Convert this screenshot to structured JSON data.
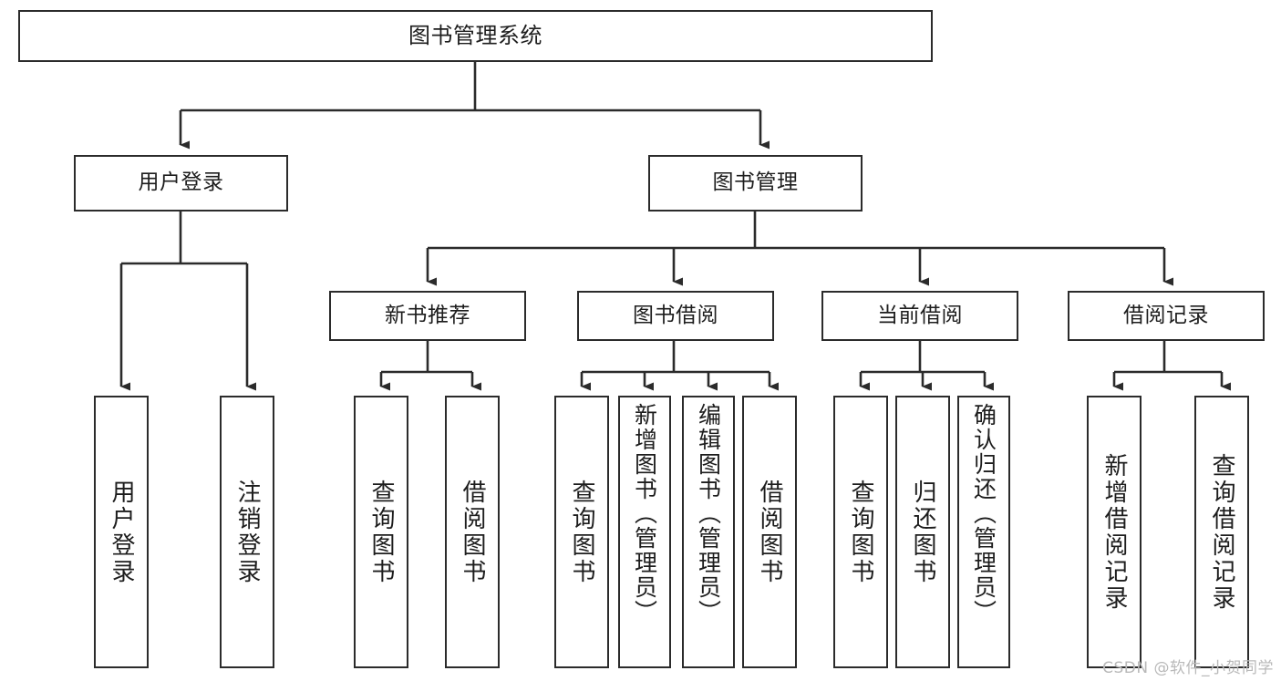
{
  "diagram": {
    "title_node": {
      "label": "图书管理系统"
    },
    "level1": [
      {
        "id": "user-login",
        "label": "用户登录"
      },
      {
        "id": "book-manage",
        "label": "图书管理"
      }
    ],
    "level2": [
      {
        "id": "new-book-rec",
        "label": "新书推荐"
      },
      {
        "id": "book-borrow",
        "label": "图书借阅"
      },
      {
        "id": "current-borrow",
        "label": "当前借阅"
      },
      {
        "id": "borrow-record",
        "label": "借阅记录"
      }
    ],
    "leaves": {
      "user-login": [
        {
          "id": "leaf-user-login",
          "label": "用户登录"
        },
        {
          "id": "leaf-logout",
          "label": "注销登录"
        }
      ],
      "new-book-rec": [
        {
          "id": "leaf-query-book-1",
          "label": "查询图书"
        },
        {
          "id": "leaf-borrow-book-1",
          "label": "借阅图书"
        }
      ],
      "book-borrow": [
        {
          "id": "leaf-query-book-2",
          "label": "查询图书"
        },
        {
          "id": "leaf-add-book",
          "label": "新增图书（管理员）"
        },
        {
          "id": "leaf-edit-book",
          "label": "编辑图书（管理员）"
        },
        {
          "id": "leaf-borrow-book-2",
          "label": "借阅图书"
        }
      ],
      "current-borrow": [
        {
          "id": "leaf-query-book-3",
          "label": "查询图书"
        },
        {
          "id": "leaf-return-book",
          "label": "归还图书"
        },
        {
          "id": "leaf-confirm-return",
          "label": "确认归还（管理员）"
        }
      ],
      "borrow-record": [
        {
          "id": "leaf-add-record",
          "label": "新增借阅记录"
        },
        {
          "id": "leaf-query-record",
          "label": "查询借阅记录"
        }
      ]
    }
  },
  "watermark": {
    "text": "CSDN @软件_小贺同学"
  },
  "colors": {
    "box_border": "#2b2b2b",
    "box_fill": "#ffffff",
    "connector": "#2b2b2b",
    "text": "#1d1d1d",
    "watermark": "#b9b9b9",
    "background": "#ffffff"
  }
}
